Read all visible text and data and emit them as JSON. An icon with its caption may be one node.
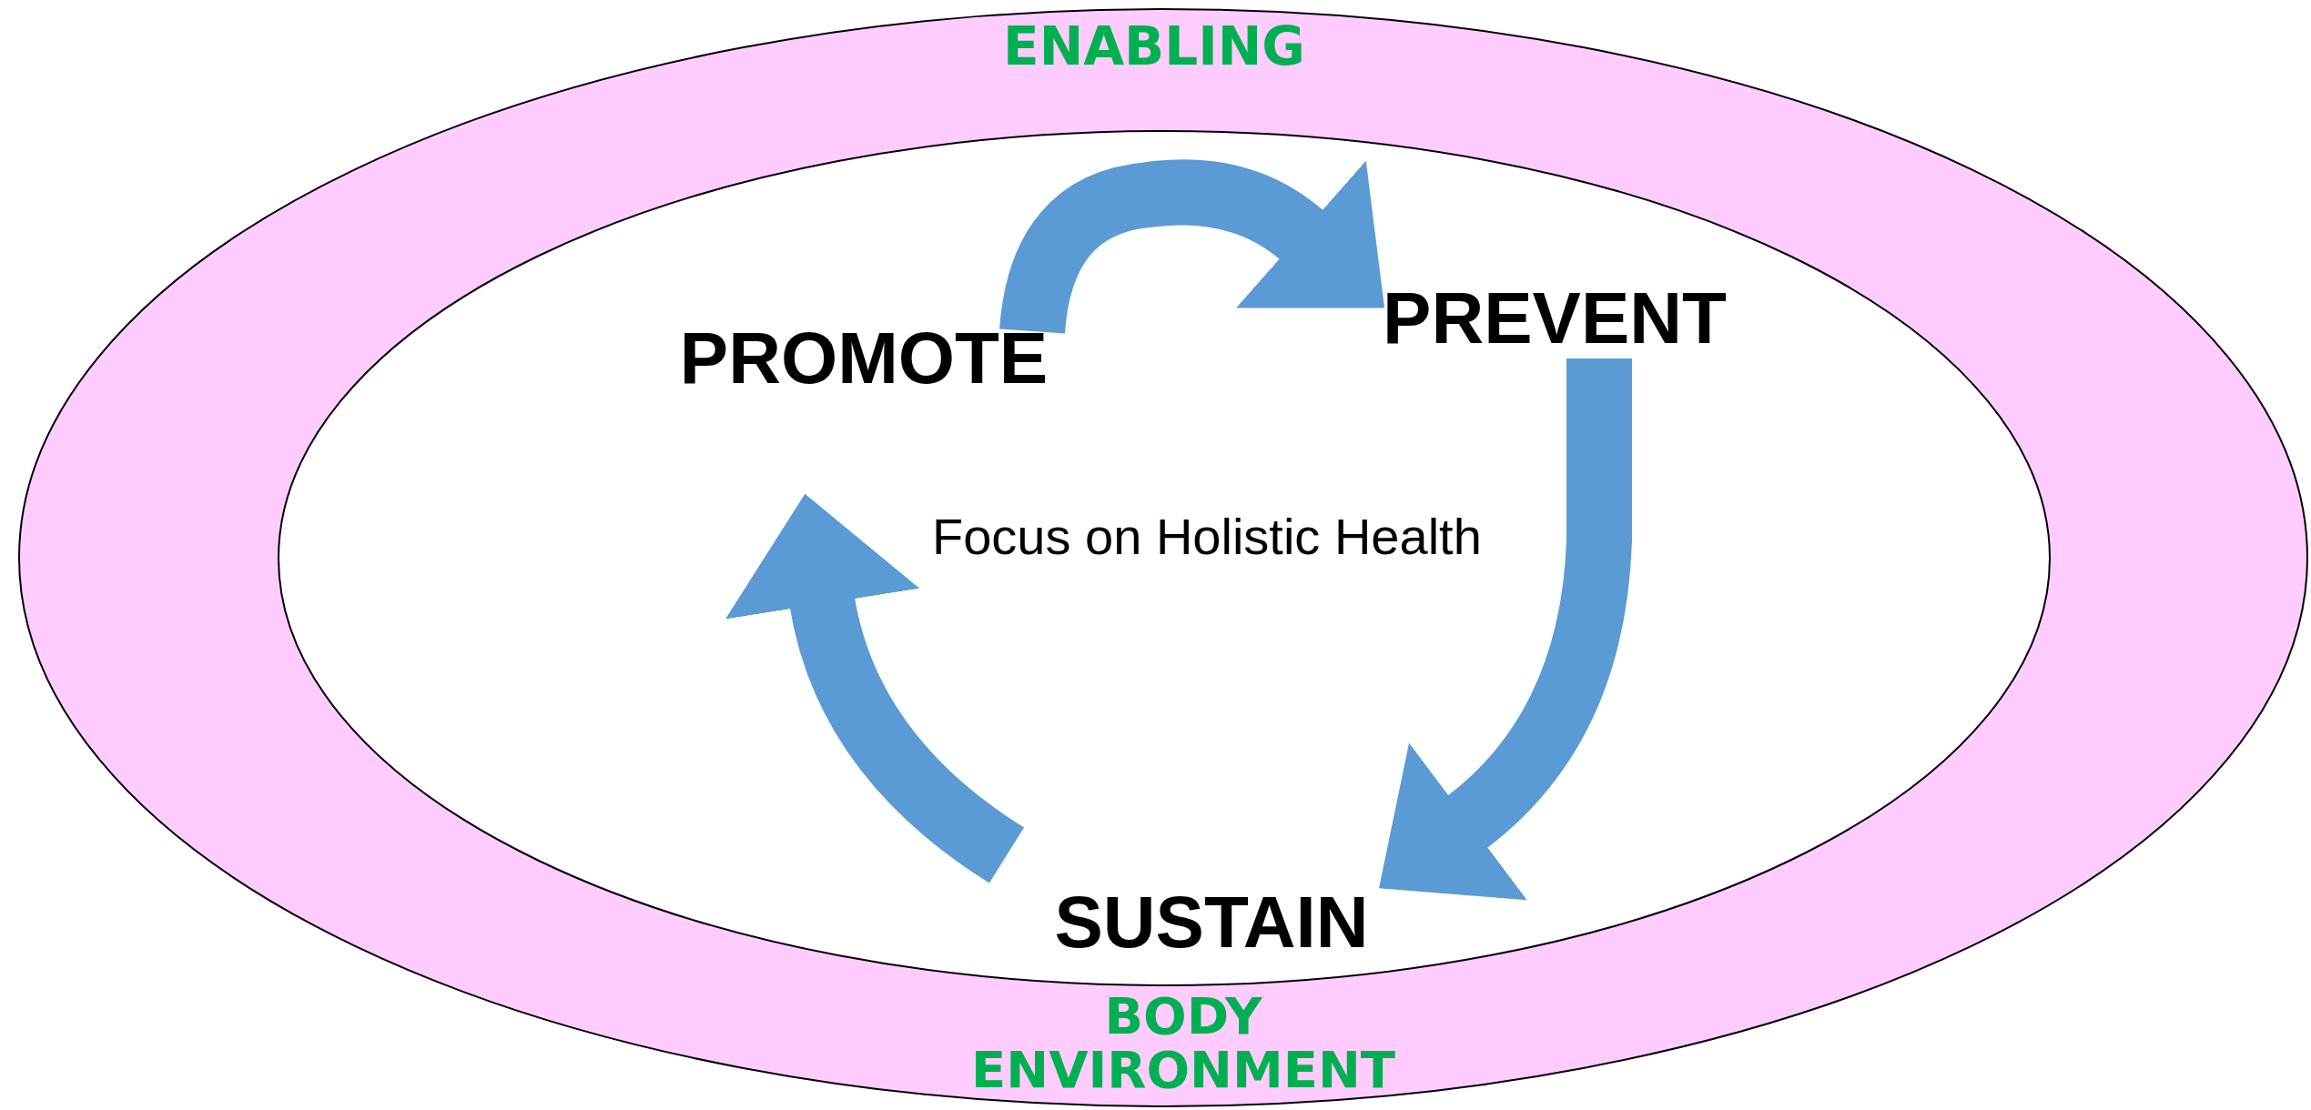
{
  "diagram": {
    "nodes": [
      {
        "text": [
          "ENABLING",
          "BODY ENVIRONMENT"
        ]
      },
      {
        "text": [
          "Focus on Holistic Health"
        ],
        "in": 0
      },
      {
        "text": [
          "PROMOTE"
        ],
        "in": 1
      },
      {
        "text": [
          "PREVENT"
        ],
        "in": 1
      },
      {
        "text": [
          "SUSTAIN"
        ],
        "in": 1
      }
    ],
    "edges": [
      {
        "from": 2,
        "to": 3,
        "arrow": "to"
      },
      {
        "from": 3,
        "to": 4,
        "arrow": "to"
      },
      {
        "from": 4,
        "to": 2,
        "arrow": "to"
      }
    ]
  }
}
